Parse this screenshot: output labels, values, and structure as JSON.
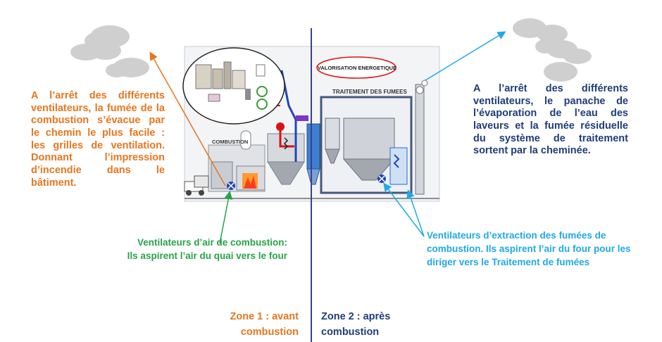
{
  "left_text": "A l’arrêt des différents ventilateurs, la fumée de la combustion s’évacue par le chemin le plus facile : les grilles de ventilation. Donnant l’impression d’incendie dans le bâtiment.",
  "right_text": "A l’arrêt des différents ventilateurs, le panache de l’évaporation de l’eau des laveurs et la fumée résiduelle du système de traitement sortent par la cheminée.",
  "combustion_fans": {
    "title": "Ventilateurs d’air de combustion:",
    "description": "Ils aspirent l’air du quai vers le four"
  },
  "extraction_fans": "Ventilateurs d’extraction des fumées de combustion. Ils aspirent l’air du four pour les diriger vers le Traitement de fumées",
  "zone1": {
    "line1": "Zone 1 : avant",
    "line2": "combustion"
  },
  "zone2": {
    "line1": "Zone 2 : après",
    "line2": "combustion"
  },
  "plant": {
    "valorisation": "VALORISATION ENERGETIQUE",
    "traitement": "TRAITEMENT DES FUMEES",
    "combustion": "COMBUSTION"
  },
  "colors": {
    "orange": "#e8761f",
    "navy": "#1f3d78",
    "green": "#27a348",
    "cyan": "#1ea9e8",
    "divider": "#3b3f8f"
  }
}
